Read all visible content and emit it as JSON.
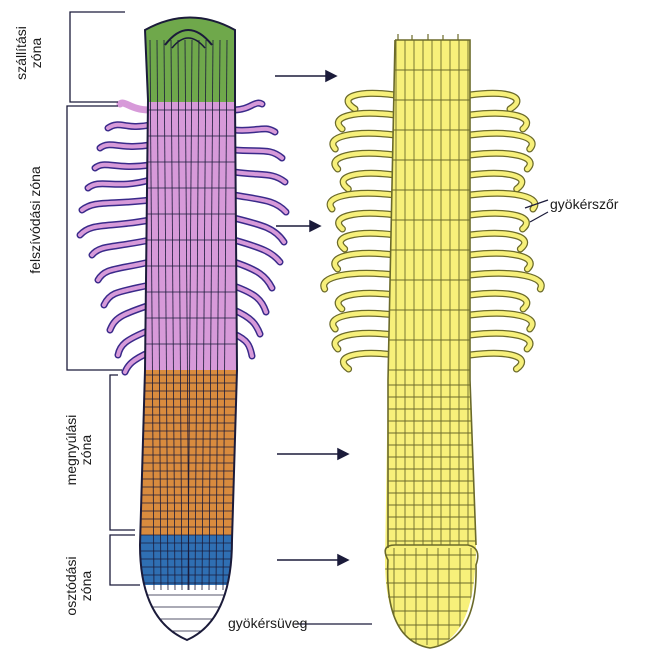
{
  "zones": [
    {
      "id": "szallitasi",
      "line1": "szállítási",
      "line2": "zóna",
      "color": "#6fa84b"
    },
    {
      "id": "felszivodasi",
      "line1": "felszívódási zóna",
      "line2": "",
      "color": "#d79ad9"
    },
    {
      "id": "megnyulasi",
      "line1": "megnyúlási",
      "line2": "zóna",
      "color": "#d98b3e"
    },
    {
      "id": "osztodasi",
      "line1": "osztódási",
      "line2": "zóna",
      "color": "#2f6fb3"
    }
  ],
  "callouts": {
    "root_hair": "gyökérszőr",
    "root_cap": "gyökérsüveg"
  },
  "colors": {
    "outline": "#1b1b3a",
    "yellow_fill": "#f7f07a",
    "yellow_stroke": "#6b6a2a",
    "cap_fill": "#ffffff"
  }
}
